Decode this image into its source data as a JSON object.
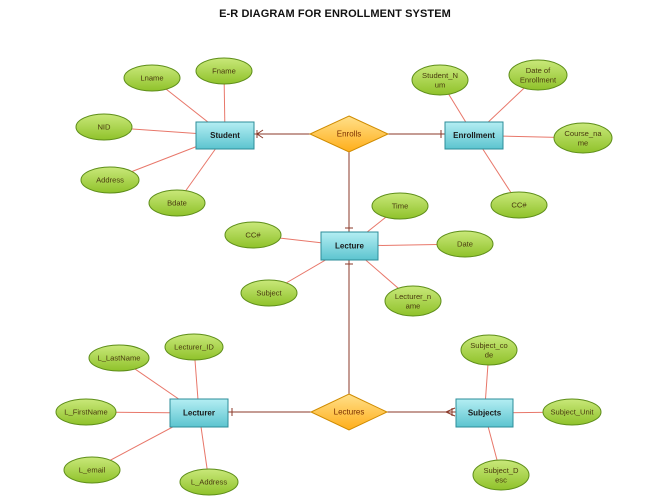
{
  "title": "E-R DIAGRAM FOR ENROLLMENT SYSTEM",
  "entities": {
    "student": "Student",
    "enrollment": "Enrollment",
    "lecture": "Lecture",
    "lecturer": "Lecturer",
    "subjects": "Subjects"
  },
  "relationships": {
    "enrolls": "Enrolls",
    "lectures": "Lectures"
  },
  "attributes": {
    "lname": "Lname",
    "fname": "Fname",
    "nid": "NID",
    "address": "Address",
    "bdate": "Bdate",
    "student_num": [
      "Student_N",
      "um"
    ],
    "date_of_enrollment": [
      "Date of",
      "Enrollment"
    ],
    "course_name": [
      "Course_na",
      "me"
    ],
    "enroll_cc": "CC#",
    "time": "Time",
    "lecture_cc": "CC#",
    "date": "Date",
    "subject": "Subject",
    "lecturer_name": [
      "Lecturer_n",
      "ame"
    ],
    "lecturer_id": "Lecturer_ID",
    "l_lastname": "L_LastName",
    "l_firstname": "L_FirstName",
    "l_email": "L_email",
    "l_address": "L_Address",
    "subject_code": [
      "Subject_co",
      "de"
    ],
    "subject_unit": "Subject_Unit",
    "subject_desc": [
      "Subject_D",
      "esc"
    ]
  },
  "colors": {
    "attr_fill": "#a6d23c",
    "attr_stroke": "#5e8e19",
    "entity_fill": "#7fd5df",
    "entity_stroke": "#2c8d99",
    "rel_fill": "#ffc233",
    "rel_stroke": "#cf8b00",
    "attr_line": "#e8776a",
    "rel_line": "#8b3a2a"
  }
}
